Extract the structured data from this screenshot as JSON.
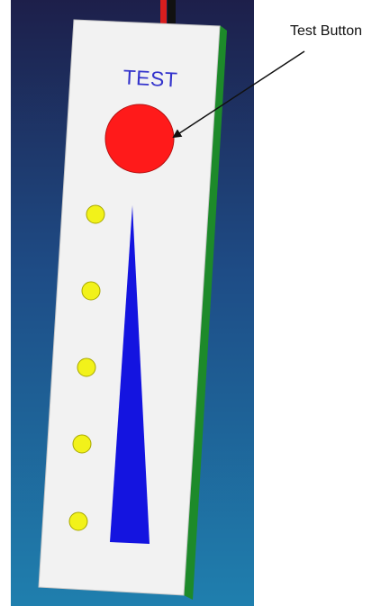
{
  "panel": {
    "test_label": "TEST"
  },
  "callout": {
    "label": "Test Button"
  },
  "indicator_leds": {
    "count": 5,
    "color": "#f2f21a"
  },
  "colors": {
    "background_top": "#1d1f4a",
    "background_bottom": "#1f7fae",
    "panel_face": "#f2f2f2",
    "panel_edge": "#1d8a2a",
    "test_button": "#ff1a1a",
    "level_wedge": "#1414e0",
    "label_text": "#3333cc"
  },
  "icons": [
    "test-button-icon",
    "led-indicator-icon",
    "level-wedge-icon",
    "callout-arrow-icon"
  ]
}
